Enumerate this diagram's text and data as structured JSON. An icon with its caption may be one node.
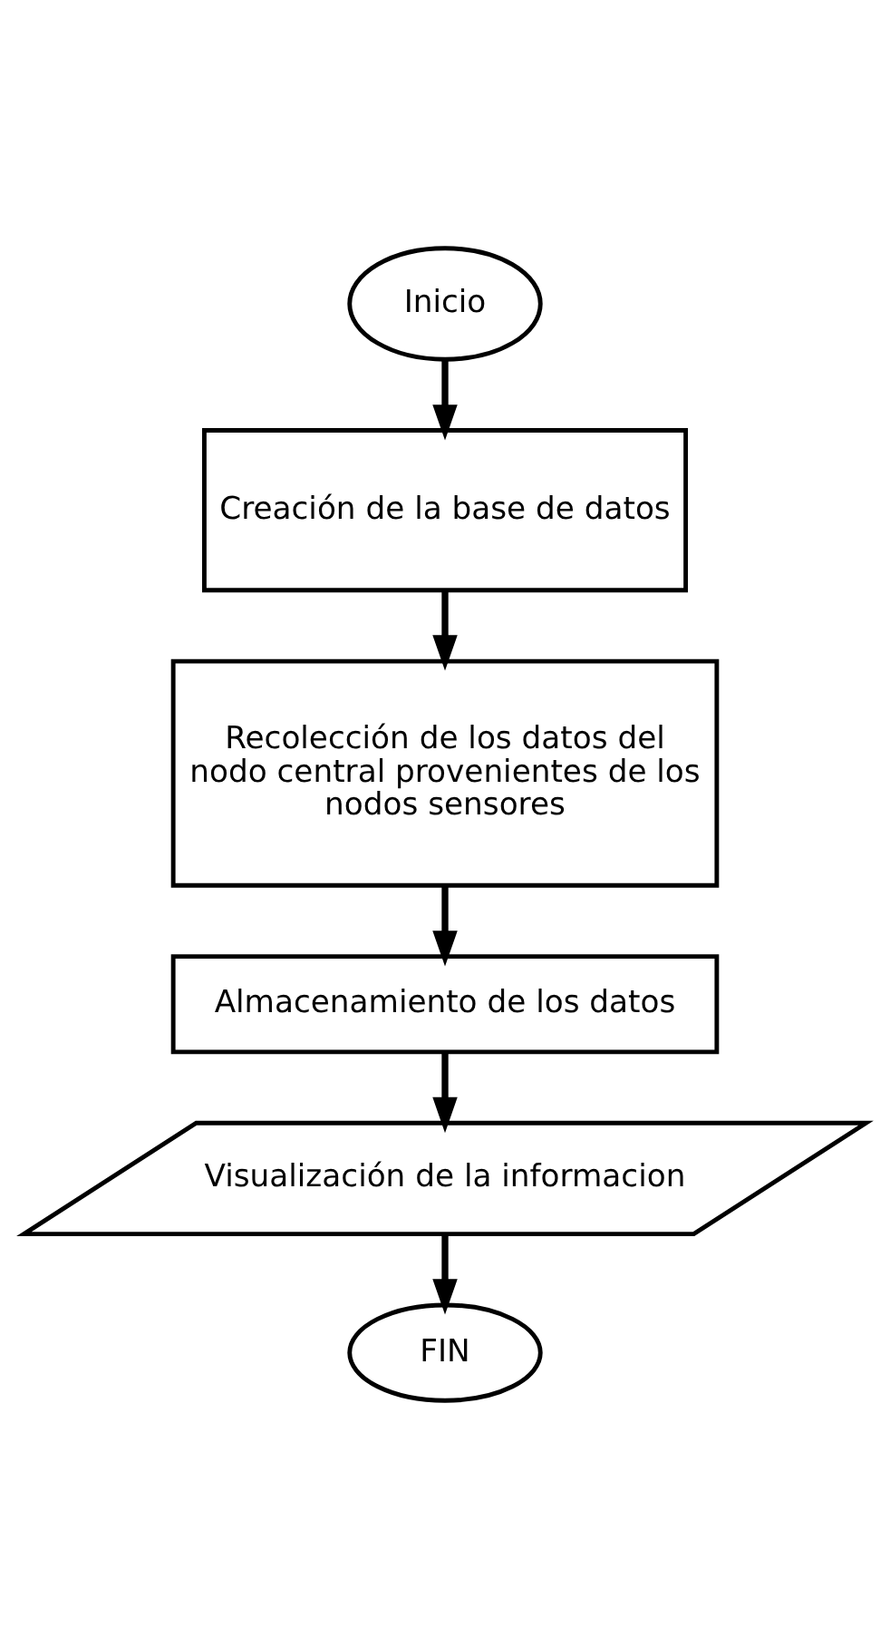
{
  "diagram": {
    "nodes": [
      {
        "text": [
          "Inicio"
        ]
      },
      {
        "text": [
          "Creación de la base de datos"
        ]
      },
      {
        "text": [
          "Recolección de los datos del nodo central provenientes de los nodos sensores"
        ]
      },
      {
        "text": [
          "Almacenamiento de los datos"
        ]
      },
      {
        "text": [
          "Visualización de la informacion"
        ]
      },
      {
        "text": [
          "FIN"
        ]
      }
    ],
    "edges": [
      {
        "from": 0,
        "to": 1,
        "arrow": "to"
      },
      {
        "from": 1,
        "to": 2,
        "arrow": "to"
      },
      {
        "from": 2,
        "to": 3,
        "arrow": "to"
      },
      {
        "from": 3,
        "to": 4,
        "arrow": "to"
      },
      {
        "from": 4,
        "to": 5,
        "arrow": "to"
      }
    ]
  }
}
